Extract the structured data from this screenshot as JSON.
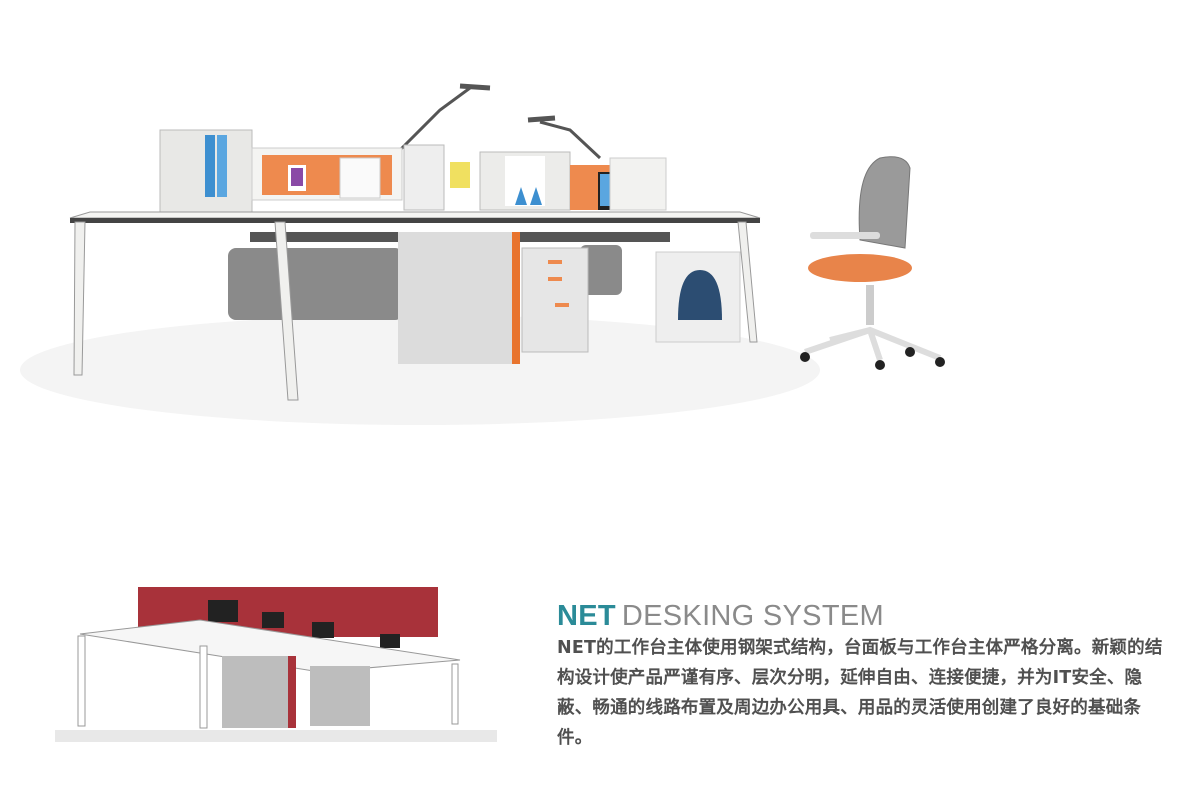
{
  "product": {
    "title_brand": "NET",
    "title_rest": "DESKING SYSTEM",
    "description": "NET的工作台主体使用钢架式结构，台面板与工作台主体严格分离。新颖的结构设计使产品严谨有序、层次分明，延伸自由、连接便捷，并为IT安全、隐蔽、畅通的线路布置及周边办公用具、用品的灵活使用创建了良好的基础条件。"
  },
  "colors": {
    "brand": "#2b8b98",
    "accent_orange": "#ee8a4e",
    "panel_red": "#a8323a"
  }
}
